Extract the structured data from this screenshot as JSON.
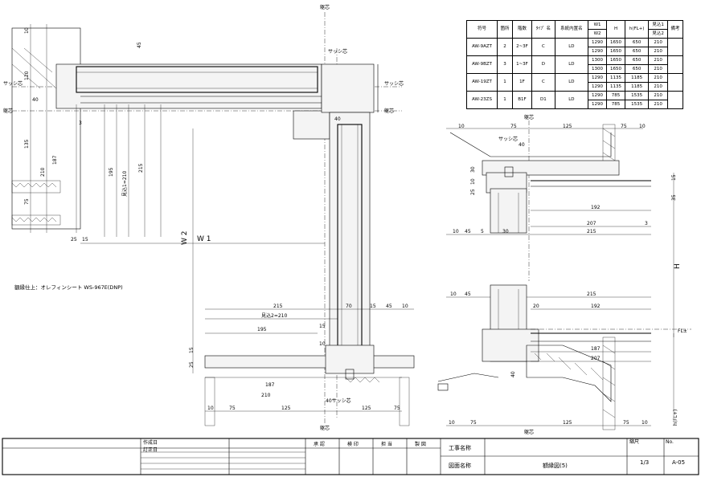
{
  "labels": {
    "wall_core": "躯芯",
    "sash_core": "サッシ芯",
    "sash_core_40": "40サッシ芯",
    "w1": "W 1",
    "w2": "W 2",
    "h": "H",
    "fl": "FL±",
    "h_fl": "h(FL+)",
    "mikomi1": "見込1=210",
    "mikomi2": "見込2=210",
    "finish_note": "額縁仕上：オレフィンシート WS-967E(DNP)"
  },
  "dims": {
    "d10": "10",
    "d15": "15",
    "d20": "20",
    "d25": "25",
    "d30": "30",
    "d35": "35",
    "d40": "40",
    "d45": "45",
    "d70": "70",
    "d75": "75",
    "d125": "125",
    "d187": "187",
    "d192": "192",
    "d195": "195",
    "d207": "207",
    "d210": "210",
    "d215": "215",
    "d3": "3",
    "d5": "5",
    "d120": "120",
    "d135": "135"
  },
  "schedule": {
    "headers": [
      "符号",
      "箇所",
      "階数",
      "ﾀｲﾌﾟ 名",
      "系統内置名",
      "W1",
      "H",
      "h(FL+)",
      "見込1",
      "備考"
    ],
    "subheaders": [
      "W2",
      "見込2"
    ],
    "rows": [
      {
        "code": "AW-9AZT",
        "qty": "2",
        "floor": "2~3F",
        "type": "C",
        "name": "LD",
        "lines": [
          [
            "1290",
            "1650",
            "650",
            "210"
          ],
          [
            "1290",
            "1650",
            "650",
            "210"
          ]
        ]
      },
      {
        "code": "AW-9BZT",
        "qty": "3",
        "floor": "1~3F",
        "type": "D",
        "name": "LD",
        "lines": [
          [
            "1300",
            "1650",
            "650",
            "210"
          ],
          [
            "1300",
            "1650",
            "650",
            "210"
          ]
        ]
      },
      {
        "code": "AW-19ZT",
        "qty": "1",
        "floor": "1F",
        "type": "C",
        "name": "LD",
        "lines": [
          [
            "1290",
            "1135",
            "1185",
            "210"
          ],
          [
            "1290",
            "1135",
            "1185",
            "210"
          ]
        ]
      },
      {
        "code": "AW-23ZS",
        "qty": "1",
        "floor": "B1F",
        "type": "D1",
        "name": "LD",
        "lines": [
          [
            "1290",
            "785",
            "1535",
            "210"
          ],
          [
            "1290",
            "785",
            "1535",
            "210"
          ]
        ]
      }
    ]
  },
  "title_block": {
    "drafted_date": "作成日",
    "revised_date": "訂正日",
    "approval": "承 認",
    "inspection": "検 印",
    "in_charge": "担 当",
    "drawing": "製 図",
    "project_name_label": "工事名称",
    "drawing_name_label": "図面名称",
    "drawing_name": "額縁図(5)",
    "scale_label": "縮尺",
    "scale": "1/3",
    "no_label": "No.",
    "no": "A-05"
  }
}
